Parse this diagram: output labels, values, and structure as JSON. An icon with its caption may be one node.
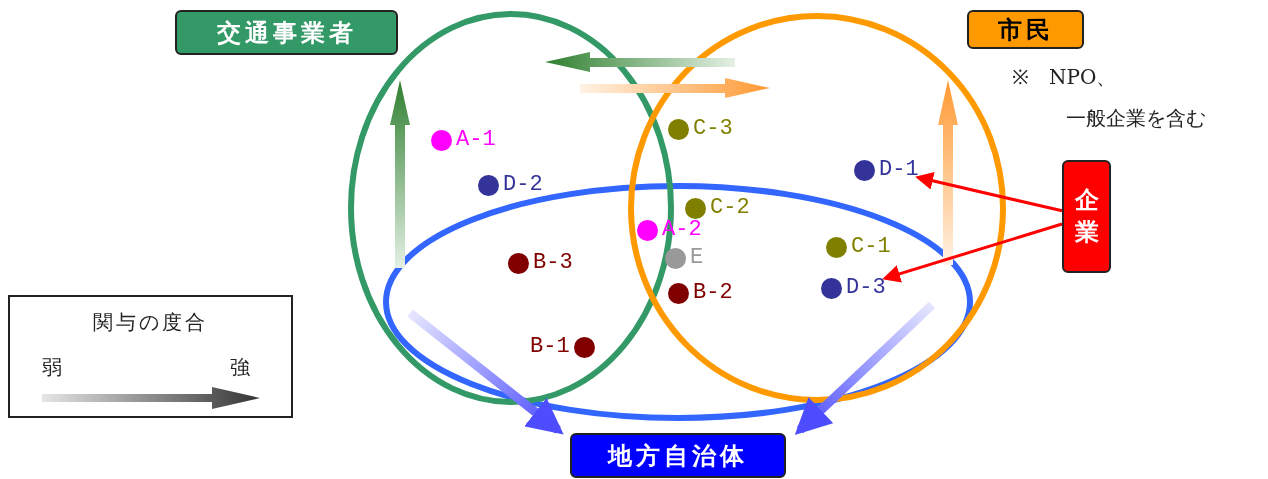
{
  "diagram": {
    "nodes": [
      {
        "text": [
          "交通事業者"
        ]
      },
      {
        "text": [
          "市民"
        ]
      },
      {
        "text": [
          "地方自治体"
        ]
      },
      {
        "text": [
          "企業"
        ]
      },
      {
        "text": [
          "関与の度合",
          "弱",
          "強"
        ]
      },
      {
        "text": [
          "A-1"
        ]
      },
      {
        "text": [
          "D-2"
        ]
      },
      {
        "text": [
          "B-3"
        ]
      },
      {
        "text": [
          "B-1"
        ]
      },
      {
        "text": [
          "C-3"
        ]
      },
      {
        "text": [
          "C-2"
        ]
      },
      {
        "text": [
          "A-2"
        ]
      },
      {
        "text": [
          "E"
        ]
      },
      {
        "text": [
          "B-2"
        ]
      },
      {
        "text": [
          "D-1"
        ]
      },
      {
        "text": [
          "C-1"
        ]
      },
      {
        "text": [
          "D-3"
        ]
      }
    ],
    "edges": [
      {
        "from": 3,
        "to": 14,
        "arrow": "to",
        "color": "#ff0000"
      },
      {
        "from": 3,
        "to": 16,
        "arrow": "to",
        "color": "#ff0000"
      },
      {
        "from": null,
        "to": 2,
        "arrow": "to",
        "color": "#4d4dff"
      },
      {
        "from": null,
        "to": 2,
        "arrow": "to",
        "color": "#4d4dff"
      }
    ],
    "labels": [
      "※　NPO、",
      "一般企業を含む"
    ]
  }
}
